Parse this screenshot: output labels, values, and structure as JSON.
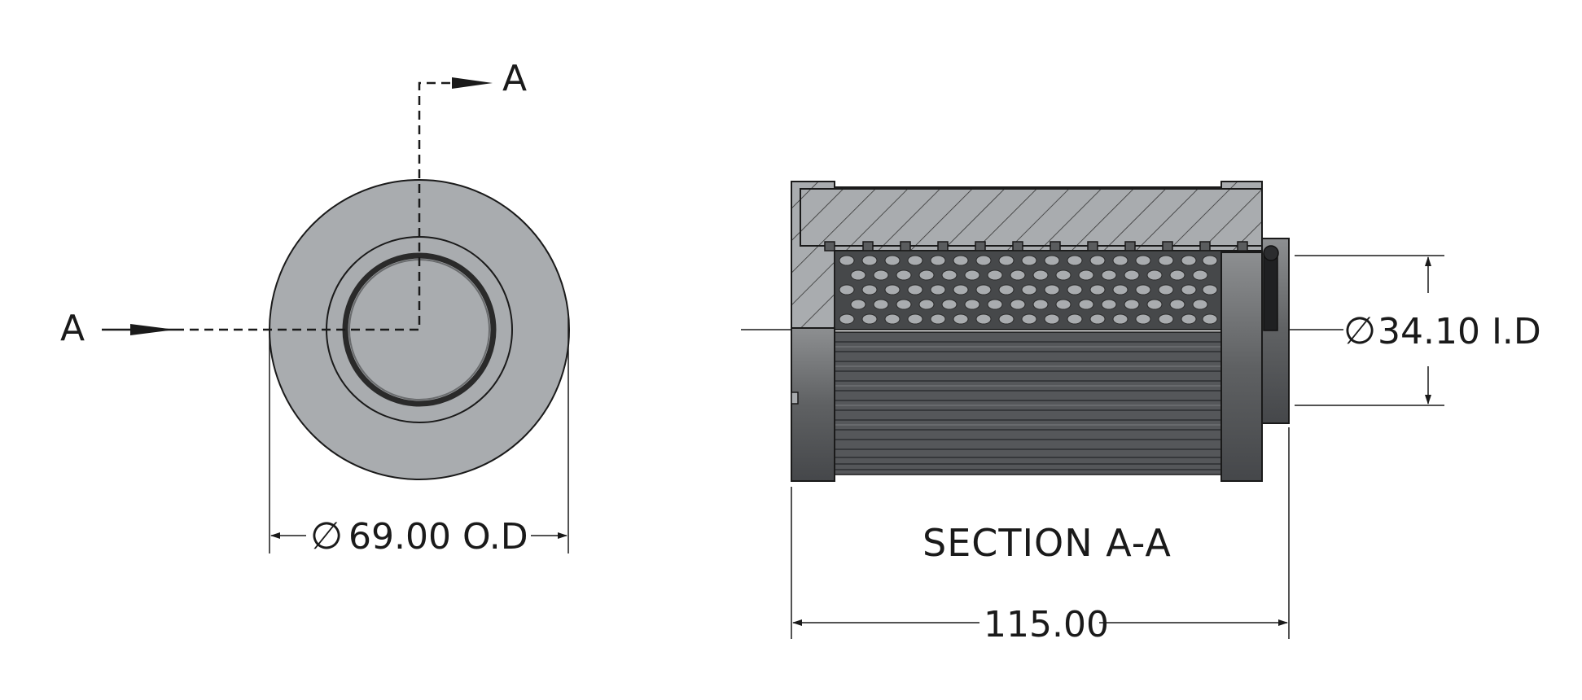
{
  "drawing": {
    "section_label": "A",
    "section_title": "SECTION A-A",
    "od_dimension": {
      "symbol": "∅",
      "value": "69.00 O.D"
    },
    "id_dimension": {
      "symbol": "∅",
      "value": "34.10 I.D"
    },
    "length_dimension": {
      "value": "115.00"
    },
    "colors": {
      "body_fill": "#a9acaf",
      "dark_metal": "#444648",
      "media_fill": "#56585a",
      "outline": "#1a1a1a"
    }
  }
}
